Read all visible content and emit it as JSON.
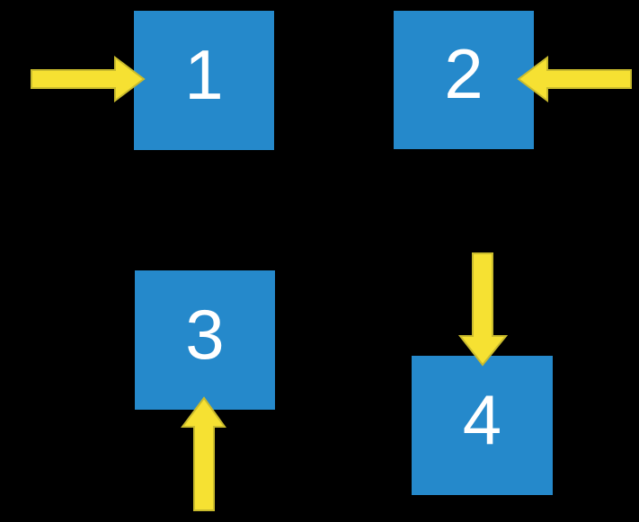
{
  "colors": {
    "background": "#000000",
    "square": "#2589CB",
    "digit": "#FFFFFF",
    "arrow_fill": "#F6E132",
    "arrow_stroke": "#C9BB2D"
  },
  "squares": [
    {
      "label": "1",
      "arrow_direction": "right"
    },
    {
      "label": "2",
      "arrow_direction": "left"
    },
    {
      "label": "3",
      "arrow_direction": "up"
    },
    {
      "label": "4",
      "arrow_direction": "down"
    }
  ]
}
